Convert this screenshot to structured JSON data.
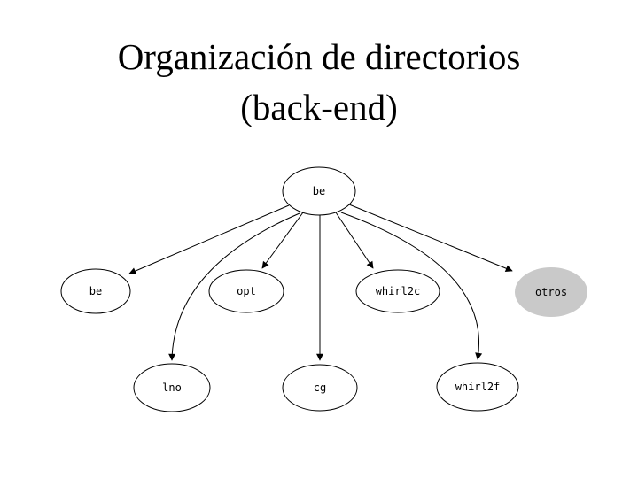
{
  "slide": {
    "title_line1": "Organización de directorios",
    "title_line2": "(back-end)"
  },
  "diagram": {
    "type": "tree",
    "nodes": [
      {
        "id": "be_root",
        "label": "be",
        "level": 0,
        "fill": "#ffffff",
        "highlighted": false
      },
      {
        "id": "be",
        "label": "be",
        "level": 1,
        "fill": "#ffffff",
        "highlighted": false
      },
      {
        "id": "opt",
        "label": "opt",
        "level": 1,
        "fill": "#ffffff",
        "highlighted": false
      },
      {
        "id": "whirl2c",
        "label": "whirl2c",
        "level": 1,
        "fill": "#ffffff",
        "highlighted": false
      },
      {
        "id": "otros",
        "label": "otros",
        "level": 1,
        "fill": "#c9c9c9",
        "highlighted": true
      },
      {
        "id": "lno",
        "label": "lno",
        "level": 2,
        "fill": "#ffffff",
        "highlighted": false
      },
      {
        "id": "cg",
        "label": "cg",
        "level": 2,
        "fill": "#ffffff",
        "highlighted": false
      },
      {
        "id": "whirl2f",
        "label": "whirl2f",
        "level": 2,
        "fill": "#ffffff",
        "highlighted": false
      }
    ],
    "edges": [
      {
        "from": "be_root",
        "to": "be",
        "shape": "straight"
      },
      {
        "from": "be_root",
        "to": "opt",
        "shape": "straight"
      },
      {
        "from": "be_root",
        "to": "whirl2c",
        "shape": "straight"
      },
      {
        "from": "be_root",
        "to": "otros",
        "shape": "straight"
      },
      {
        "from": "be_root",
        "to": "lno",
        "shape": "curved"
      },
      {
        "from": "be_root",
        "to": "cg",
        "shape": "straight"
      },
      {
        "from": "be_root",
        "to": "whirl2f",
        "shape": "curved"
      }
    ],
    "colors": {
      "stroke": "#000000",
      "text": "#000000",
      "node_fill": "#ffffff",
      "highlight_fill": "#c9c9c9",
      "background": "#ffffff"
    }
  }
}
